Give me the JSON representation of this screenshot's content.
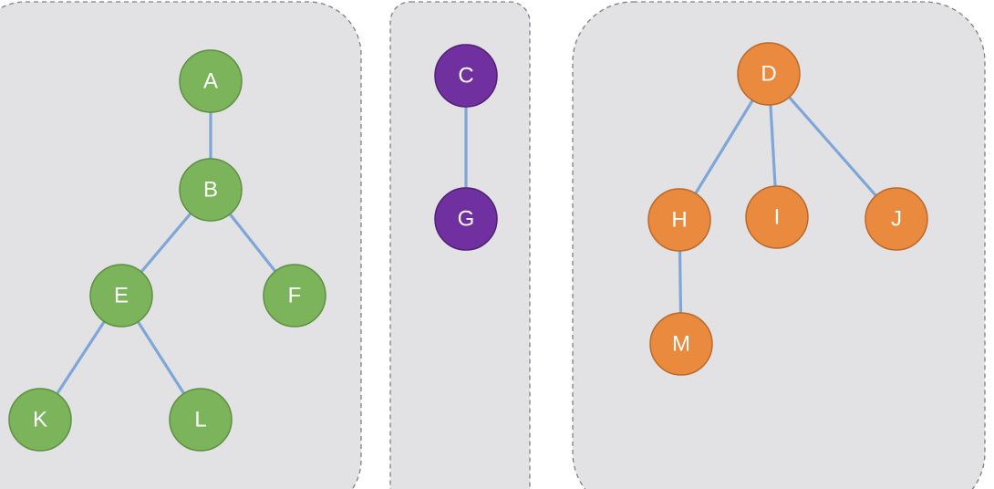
{
  "colors": {
    "background": "#ffffff",
    "panel_fill": "#e2e1e4",
    "panel_border": "#7f7f86",
    "edge": "#7ea6d8",
    "green_group": "#7cb45b",
    "green_stroke": "#5f8f43",
    "purple_group": "#7030a0",
    "purple_stroke": "#4f2273",
    "orange_group": "#e98a3f",
    "orange_stroke": "#b96a2c"
  },
  "groups": [
    {
      "id": "green",
      "nodes": [
        {
          "id": "A",
          "label": "A"
        },
        {
          "id": "B",
          "label": "B"
        },
        {
          "id": "E",
          "label": "E"
        },
        {
          "id": "F",
          "label": "F"
        },
        {
          "id": "K",
          "label": "K"
        },
        {
          "id": "L",
          "label": "L"
        }
      ],
      "edges": [
        [
          "A",
          "B"
        ],
        [
          "B",
          "E"
        ],
        [
          "B",
          "F"
        ],
        [
          "E",
          "K"
        ],
        [
          "E",
          "L"
        ]
      ]
    },
    {
      "id": "purple",
      "nodes": [
        {
          "id": "C",
          "label": "C"
        },
        {
          "id": "G",
          "label": "G"
        }
      ],
      "edges": [
        [
          "C",
          "G"
        ]
      ]
    },
    {
      "id": "orange",
      "nodes": [
        {
          "id": "D",
          "label": "D"
        },
        {
          "id": "H",
          "label": "H"
        },
        {
          "id": "I",
          "label": "I"
        },
        {
          "id": "J",
          "label": "J"
        },
        {
          "id": "M",
          "label": "M"
        }
      ],
      "edges": [
        [
          "D",
          "H"
        ],
        [
          "D",
          "I"
        ],
        [
          "D",
          "J"
        ],
        [
          "H",
          "M"
        ]
      ]
    }
  ]
}
